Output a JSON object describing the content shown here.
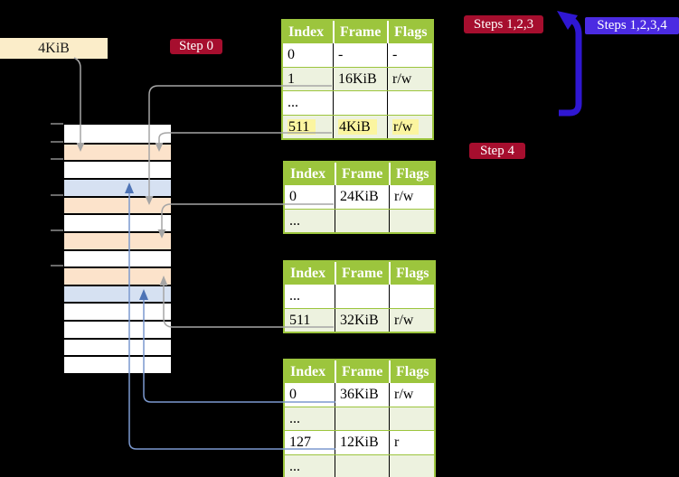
{
  "palette": {
    "bg": "#000000",
    "cream": "#FBEDC9",
    "badge-red": "#A60E2E",
    "badge-blue": "#4B2BE2",
    "header-bg": "#9CC53D",
    "table-border": "#9CC53D",
    "row-green": "#EDF2DF",
    "highlight": "#FBF5A0",
    "mem-white": "#FFFFFF",
    "mem-peach": "#FCE3CB",
    "mem-blue": "#D6E1F2",
    "arrow-gray": "#A6A6A6",
    "arrow-blue-thin": "#7C99CF",
    "arrow-blue-head": "#4E74B6",
    "arrow-blue-thick": "#2F17D2"
  },
  "labels": {
    "frame_size": "4KiB",
    "step0": "Step 0",
    "steps123": "Steps 1,2,3",
    "steps1234": "Steps 1,2,3,4",
    "step4": "Step 4"
  },
  "tables": [
    {
      "id": "table-1",
      "columns": [
        "Index",
        "Frame",
        "Flags"
      ],
      "rows": [
        {
          "cells": [
            "0",
            "-",
            "-"
          ],
          "highlight": false
        },
        {
          "cells": [
            "1",
            "16KiB",
            "r/w"
          ],
          "highlight": false
        },
        {
          "cells": [
            "...",
            "",
            ""
          ],
          "highlight": false
        },
        {
          "cells": [
            "511",
            "4KiB",
            "r/w"
          ],
          "highlight": true
        }
      ]
    },
    {
      "id": "table-2",
      "columns": [
        "Index",
        "Frame",
        "Flags"
      ],
      "rows": [
        {
          "cells": [
            "0",
            "24KiB",
            "r/w"
          ],
          "highlight": false
        },
        {
          "cells": [
            "...",
            "",
            ""
          ],
          "highlight": false
        }
      ]
    },
    {
      "id": "table-3",
      "columns": [
        "Index",
        "Frame",
        "Flags"
      ],
      "rows": [
        {
          "cells": [
            "...",
            "",
            ""
          ],
          "highlight": false
        },
        {
          "cells": [
            "511",
            "32KiB",
            "r/w"
          ],
          "highlight": false
        }
      ]
    },
    {
      "id": "table-4",
      "columns": [
        "Index",
        "Frame",
        "Flags"
      ],
      "rows": [
        {
          "cells": [
            "0",
            "36KiB",
            "r/w"
          ],
          "highlight": false
        },
        {
          "cells": [
            "...",
            "",
            ""
          ],
          "highlight": false
        },
        {
          "cells": [
            "127",
            "12KiB",
            "r"
          ],
          "highlight": false
        },
        {
          "cells": [
            "...",
            "",
            ""
          ],
          "highlight": false
        }
      ]
    }
  ],
  "memory": {
    "row_colors": [
      "white",
      "peach",
      "white",
      "blue",
      "peach",
      "white",
      "peach",
      "white",
      "peach",
      "blue",
      "white",
      "white",
      "white",
      "white"
    ],
    "tick_row_indices": [
      0,
      1,
      2,
      4,
      6,
      8
    ]
  }
}
